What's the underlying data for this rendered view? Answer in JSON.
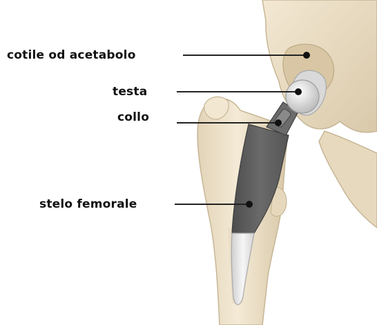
{
  "labels": {
    "acetabulum": "cotile od acetabolo",
    "head": "testa",
    "neck": "collo",
    "stem": "stelo femorale"
  },
  "colors": {
    "bone": "#efe3cc",
    "bone_shadow": "#cdbd9f",
    "metal_head": "#dcdcdc",
    "stem_dark": "#5a5a5a",
    "stem_light": "#e4e4e4",
    "leader_line": "#222222"
  }
}
